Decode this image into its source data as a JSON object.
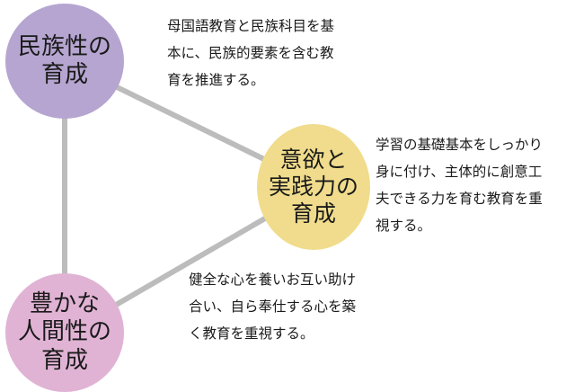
{
  "colors": {
    "edge": "#bcbcbc",
    "ethnic_fill": "#b5a5d0",
    "motivation_fill": "#f0dc8c",
    "humanity_fill": "#e0b3d4",
    "text": "#1a1a1a"
  },
  "nodes": [
    {
      "id": "ethnic",
      "lines": [
        "民族性の",
        "育成"
      ]
    },
    {
      "id": "motivation",
      "lines": [
        "意欲と",
        "実践力の",
        "育成"
      ]
    },
    {
      "id": "humanity",
      "lines": [
        "豊かな",
        "人間性の",
        "育成"
      ]
    }
  ],
  "descriptions": [
    {
      "id": "ethnic",
      "lines": [
        "母国語教育と民族科目を基",
        "本に、民族的要素を含む教",
        "育を推進する。"
      ]
    },
    {
      "id": "motivation",
      "lines": [
        "学習の基礎基本をしっかり",
        "身に付け、主体的に創意工",
        "夫できる力を育む教育を重",
        "視する。"
      ]
    },
    {
      "id": "humanity",
      "lines": [
        "健全な心を養いお互い助け",
        "合い、自ら奉仕する心を築",
        "く教育を重視する。"
      ]
    }
  ]
}
